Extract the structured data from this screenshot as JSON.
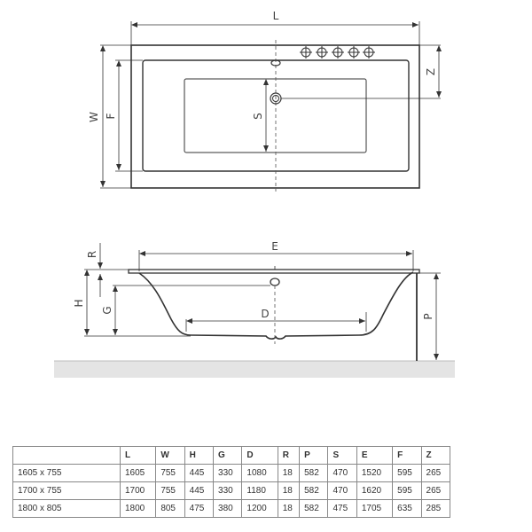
{
  "diagram": {
    "top_view": {
      "labels": {
        "L": "L",
        "W": "W",
        "F": "F",
        "S": "S",
        "Z": "Z"
      },
      "tap_holes": 5
    },
    "side_view": {
      "labels": {
        "E": "E",
        "R": "R",
        "H": "H",
        "G": "G",
        "D": "D",
        "P": "P"
      }
    }
  },
  "table": {
    "headers": [
      "",
      "L",
      "W",
      "H",
      "G",
      "D",
      "R",
      "P",
      "S",
      "E",
      "F",
      "Z"
    ],
    "rows": [
      [
        "1605 x 755",
        "1605",
        "755",
        "445",
        "330",
        "1080",
        "18",
        "582",
        "470",
        "1520",
        "595",
        "265"
      ],
      [
        "1700 x 755",
        "1700",
        "755",
        "445",
        "330",
        "1180",
        "18",
        "582",
        "470",
        "1620",
        "595",
        "265"
      ],
      [
        "1800 x 805",
        "1800",
        "805",
        "475",
        "380",
        "1200",
        "18",
        "582",
        "475",
        "1705",
        "635",
        "285"
      ]
    ]
  }
}
